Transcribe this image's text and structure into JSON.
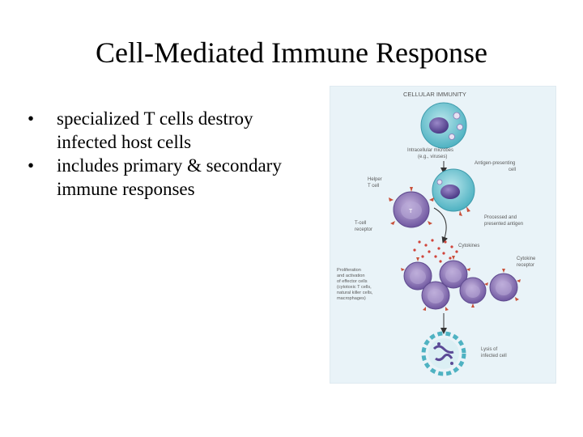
{
  "slide": {
    "title": "Cell-Mediated Immune Response",
    "bullets": [
      "specialized T cells destroy infected host cells",
      "includes primary & secondary immune responses"
    ]
  },
  "figure": {
    "heading": "CELLULAR IMMUNITY",
    "labels": {
      "microbes_1": "Intracellular microbes",
      "microbes_2": "(e.g., viruses)",
      "apc_1": "Antigen-presenting",
      "apc_2": "cell",
      "helper_1": "Helper",
      "helper_2": "T cell",
      "tcr_1": "T-cell",
      "tcr_2": "receptor",
      "processed_1": "Processed and",
      "processed_2": "presented antigen",
      "cytokines": "Cytokines",
      "cyto_receptor_1": "Cytokine",
      "cyto_receptor_2": "receptor",
      "prolif_1": "Proliferation",
      "prolif_2": "and activation",
      "prolif_3": "of effector cells",
      "prolif_4": "(cytotoxic T cells,",
      "prolif_5": "natural killer cells,",
      "prolif_6": "macrophages)",
      "lysis_1": "Lysis of",
      "lysis_2": "infected cell",
      "t_letter": "T"
    }
  },
  "colors": {
    "background": "#ffffff",
    "figure_bg": "#e9f3f8",
    "teal_cell": "#6fc3cf",
    "purple_cell": "#8a72b3",
    "receptor_red": "#c8503a",
    "text_gray": "#5a5a5a"
  }
}
